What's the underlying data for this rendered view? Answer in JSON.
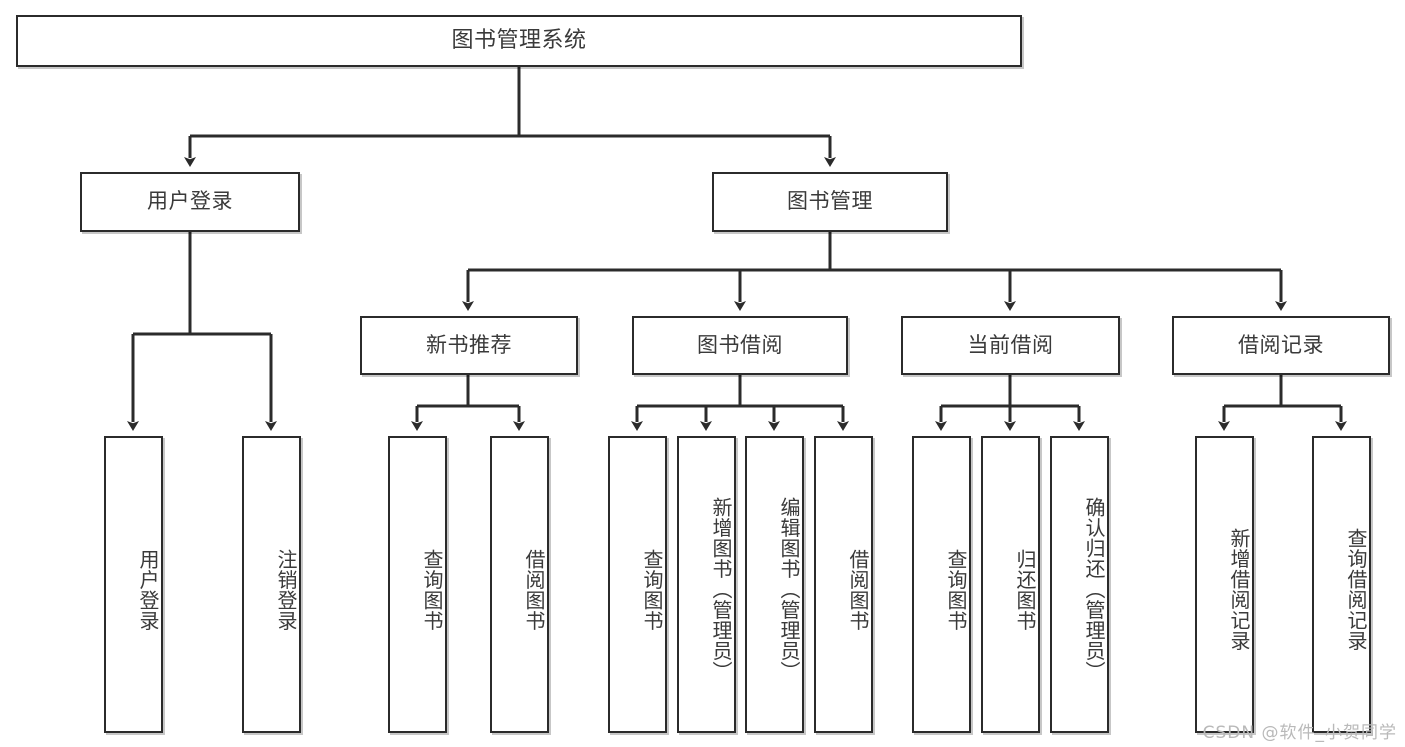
{
  "diagram": {
    "title": "图书管理系统",
    "watermark": "CSDN @软件_小贺同学",
    "levels": {
      "root": {
        "label": "图书管理系统"
      },
      "level2": [
        {
          "label": "用户登录"
        },
        {
          "label": "图书管理"
        }
      ],
      "level3": [
        {
          "label": "新书推荐"
        },
        {
          "label": "图书借阅"
        },
        {
          "label": "当前借阅"
        },
        {
          "label": "借阅记录"
        }
      ],
      "leaves": {
        "user_login": [
          {
            "label": "用户登录"
          },
          {
            "label": "注销登录"
          }
        ],
        "new_book": [
          {
            "label": "查询图书"
          },
          {
            "label": "借阅图书"
          }
        ],
        "book_borrow": [
          {
            "label": "查询图书"
          },
          {
            "label": "新增图书（管理员）"
          },
          {
            "label": "编辑图书（管理员）"
          },
          {
            "label": "借阅图书"
          }
        ],
        "current_borrow": [
          {
            "label": "查询图书"
          },
          {
            "label": "归还图书"
          },
          {
            "label": "确认归还（管理员）"
          }
        ],
        "borrow_record": [
          {
            "label": "新增借阅记录"
          },
          {
            "label": "查询借阅记录"
          }
        ]
      }
    },
    "colors": {
      "stroke": "#2b2b2b",
      "text": "#3a3a3a",
      "background": "#ffffff",
      "watermark": "#b9b9b9"
    }
  }
}
